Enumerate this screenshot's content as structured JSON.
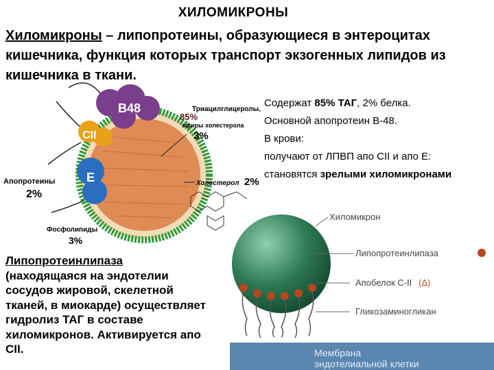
{
  "title": "ХИЛОМИКРОНЫ",
  "intro": {
    "term": "Хиломикроны",
    "definition": " – липопротеины, образующиеся в энтероцитах кишечника, функция которых транспорт экзогенных липидов из кишечника в ткани."
  },
  "facts": {
    "line1_prefix": "Содержат ",
    "line1_bold": "85% ТАГ",
    "line1_suffix": ", 2% белка.",
    "line2": "Основной апопротеин В-48.",
    "line3": "В крови:",
    "line4": "получают от ЛПВП апо СII  и апо Е:",
    "line5_prefix": "становятся ",
    "line5_bold": "зрелыми хиломикронами"
  },
  "lpl": {
    "term": "Липопротеинлипаза",
    "text": "(находящаяся на эндотелии сосудов жировой, скелетной тканей, в миокарде) осуществляет гидролиз ТАГ в составе хиломикронов. Активируется апо СII."
  },
  "diagram1": {
    "b48": "B48",
    "cii": "CII",
    "e": "E",
    "pct85": "85%",
    "tag_label": "Триацилглицеролы,",
    "esters_label": "эфиры холестерола",
    "esters_pct": "3%",
    "apo_label": "Апопротеины",
    "apo_pct": "2%",
    "chol_label": "Холестерол",
    "chol_pct": "2%",
    "phos_label": "Фосфолипиды",
    "phos_pct": "3%"
  },
  "diagram2": {
    "chylomicron": "Хиломикрон",
    "lipase": "Липопротеинлипаза",
    "apoc2": "Апобелок С-II",
    "glycosamine": "Гликозаминогликан",
    "membrane_line1": "Мембрана",
    "membrane_line2": "эндотелиальной клетки"
  },
  "colors": {
    "b48": "#7a3f8c",
    "cii": "#e8a21a",
    "e": "#2a6ec0",
    "core": "#e08a55",
    "shell": "#2f9a3a",
    "sphere": "#2f7a55",
    "membrane": "#5a86b0"
  }
}
